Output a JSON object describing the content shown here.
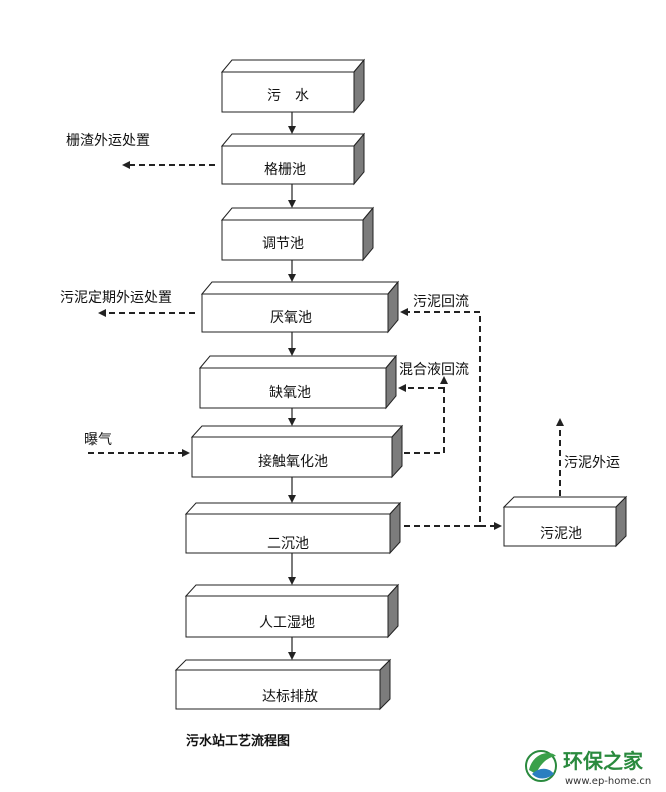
{
  "boxes": [
    {
      "id": "wastewater",
      "label": "污　水"
    },
    {
      "id": "grille",
      "label": "格栅池"
    },
    {
      "id": "regulating",
      "label": "调节池"
    },
    {
      "id": "anaerobic",
      "label": "厌氧池"
    },
    {
      "id": "anoxic",
      "label": "缺氧池"
    },
    {
      "id": "contact-oxidation",
      "label": "接触氧化池"
    },
    {
      "id": "secondary-clarifier",
      "label": "二沉池"
    },
    {
      "id": "wetland",
      "label": "人工湿地"
    },
    {
      "id": "discharge",
      "label": "达标排放"
    },
    {
      "id": "sludge-tank",
      "label": "污泥池"
    }
  ],
  "side_labels": {
    "grille_waste": "栅渣外运处置",
    "sludge_periodic": "污泥定期外运处置",
    "sludge_return": "污泥回流",
    "mixed_liquor_return": "混合液回流",
    "aeration": "曝气",
    "sludge_out": "污泥外运"
  },
  "caption": "污水站工艺流程图",
  "watermark": {
    "name": "环保之家",
    "url": "www.ep-home.cn"
  }
}
